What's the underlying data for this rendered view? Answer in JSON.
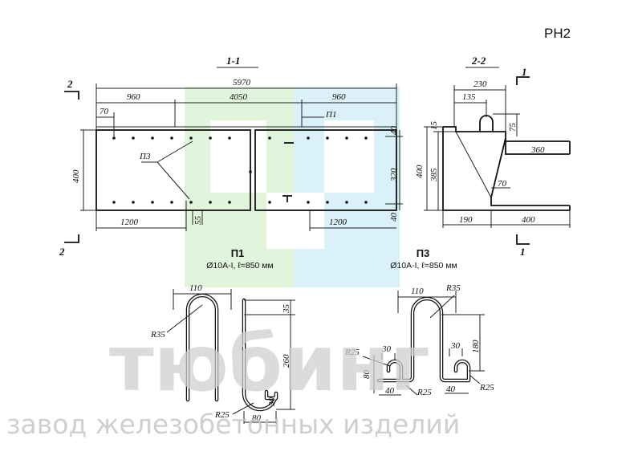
{
  "sheet": {
    "code": "РН2"
  },
  "watermark": {
    "brand": "тюбинг",
    "tagline": "завод железобетонных изделий"
  },
  "section_1_1": {
    "title": "1-1",
    "cut_mark_left_top": "2",
    "cut_mark_left_bottom": "2",
    "dims": {
      "total_length": "5970",
      "left_segment": "960",
      "middle_segment": "4050",
      "right_segment": "960",
      "edge_offset": "70",
      "height": "400",
      "top_cover": "40",
      "mid_height": "320",
      "bottom_cover": "40",
      "left_bottom": "1200",
      "right_bottom": "1200",
      "small_gap": "55"
    },
    "callouts": {
      "p1": "П1",
      "p3": "П3"
    }
  },
  "section_2_2": {
    "title": "2-2",
    "cut_mark_right_top": "1",
    "cut_mark_right_bottom": "1",
    "dims": {
      "top_width": "230",
      "inner_width": "135",
      "hook_height": "75",
      "top_ledge": "15",
      "total_height": "400",
      "body_height": "385",
      "top_bar_length": "360",
      "small_offset": "70",
      "bottom_left": "190",
      "bottom_right": "400"
    }
  },
  "bar_p1": {
    "title": "П1",
    "spec": "Ø10А-I, ℓ=850 мм",
    "dims": {
      "width": "110",
      "radius_top": "R35",
      "top_gap": "35",
      "height": "260",
      "hook": "30",
      "radius_bottom": "R25",
      "bottom_width": "80"
    }
  },
  "bar_p3": {
    "title": "П3",
    "spec": "Ø10А-I, ℓ=850 мм",
    "dims": {
      "width": "110",
      "radius_top": "R35",
      "r_left": "R25",
      "hook_left": "30",
      "left_height": "80",
      "left_base": "40",
      "r_mid": "R25",
      "hook_right": "30",
      "right_height": "180",
      "right_base": "40",
      "r_right": "R25"
    }
  }
}
